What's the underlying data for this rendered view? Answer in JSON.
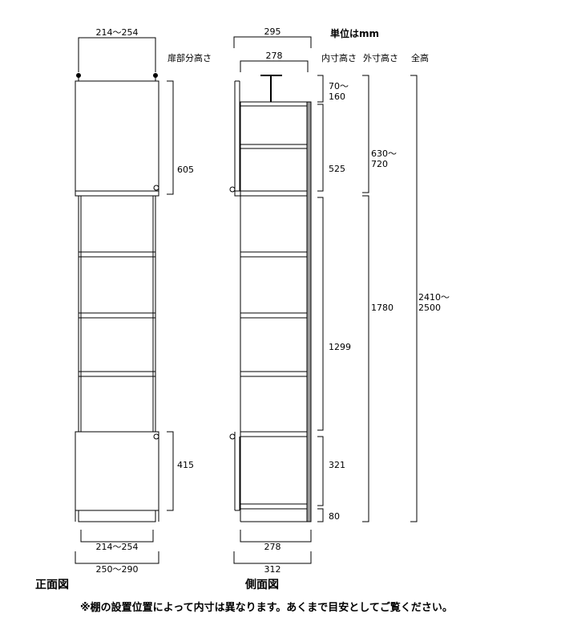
{
  "header": {
    "unit": "単位はmm"
  },
  "column_headers": {
    "door_height": "扉部分高さ",
    "inner_height": "内寸高さ",
    "outer_height": "外寸高さ",
    "total_height": "全高"
  },
  "front_view": {
    "caption": "正面図",
    "top_width": "214〜254",
    "door_top_height": "605",
    "door_bottom_height": "415",
    "inner_width": "214〜254",
    "outer_width": "250〜290"
  },
  "side_view": {
    "caption": "側面図",
    "top_depth_outer": "295",
    "top_depth_inner": "278",
    "pole_line1": "70〜",
    "pole_line2": "160",
    "upper_inner": "525",
    "middle_inner": "1299",
    "lower_inner": "321",
    "base": "80",
    "bottom_inner_depth": "278",
    "bottom_outer_depth": "312"
  },
  "outer_dims": {
    "upper_line1": "630〜",
    "upper_line2": "720",
    "lower": "1780"
  },
  "total_dims": {
    "line1": "2410〜",
    "line2": "2500"
  },
  "footer_note": "※棚の設置位置によって内寸は異なります。あくまで目安としてご覧ください。"
}
